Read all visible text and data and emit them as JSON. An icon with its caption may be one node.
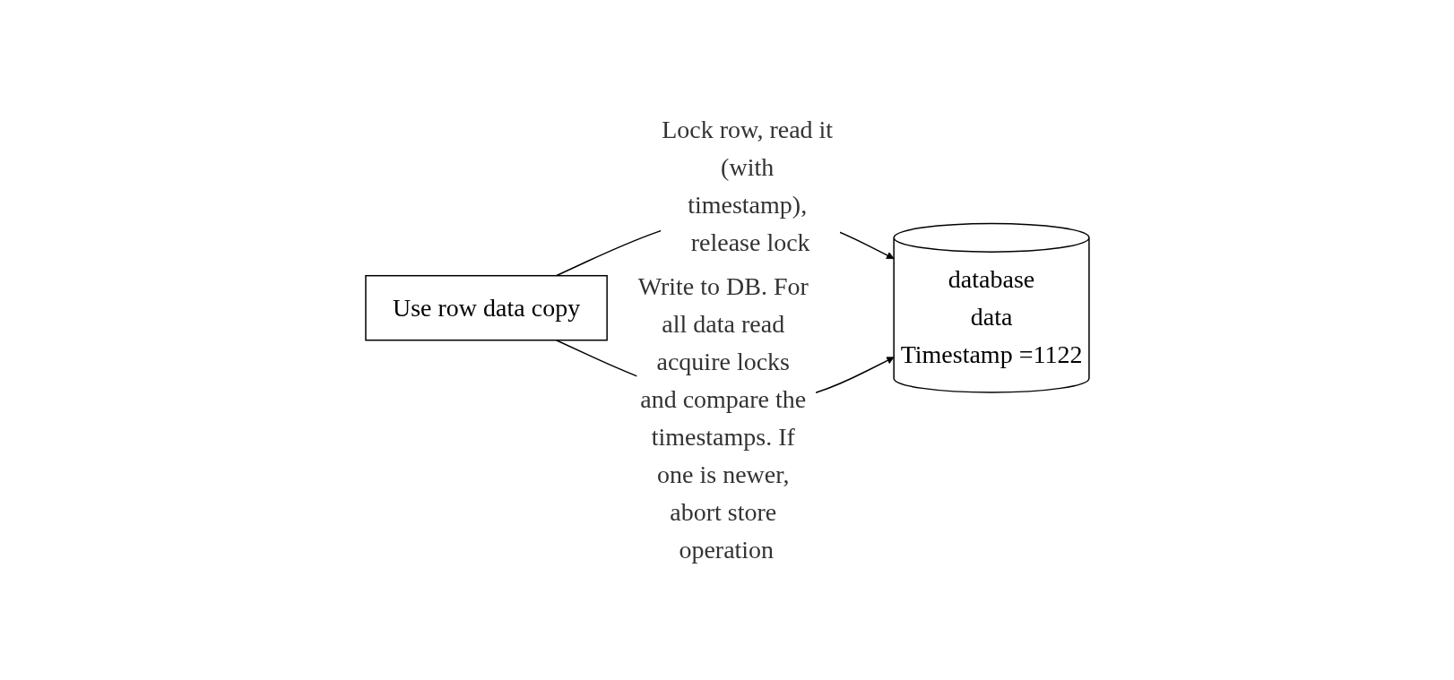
{
  "diagram": {
    "nodes": [
      {
        "text": [
          "Use row data copy"
        ]
      },
      {
        "text": [
          "database",
          "data",
          "Timestamp =1122"
        ]
      }
    ],
    "edges": [
      {
        "from": 0,
        "to": 1,
        "arrow": "to",
        "label": "Lock row, read it (with timestamp), release lock"
      },
      {
        "from": 0,
        "to": 1,
        "arrow": "to",
        "label": "Write to DB. For all data read acquire locks and compare the timestamps. If one is newer, abort store operation"
      }
    ]
  }
}
